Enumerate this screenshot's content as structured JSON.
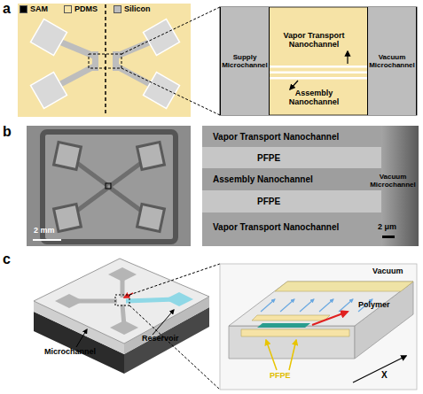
{
  "diagram": {
    "nodes": [
      {
        "text": [
          "Supply Microchannel"
        ]
      },
      {
        "text": [
          "Vacuum Microchannel"
        ]
      }
    ],
    "labels": [
      "a",
      "Vapor Transport Nanochannel",
      "Assembly Nanochannel",
      "b",
      "2 mm",
      "Vapor Transport Nanochannel",
      "PFPE",
      "Assembly Nanochannel",
      "PFPE",
      "Vapor Transport Nanochannel",
      "Vacuum Microchannel",
      "2 μm",
      "c",
      "Microchannel",
      "Reservoir",
      "Vacuum",
      "Polymer",
      "PFPE",
      "X"
    ],
    "legend": [
      {
        "text": "SAM",
        "color": "#000000"
      },
      {
        "text": "PDMS",
        "color": "#f6e3a6"
      },
      {
        "text": "Silicon",
        "color": "#bdbdbd"
      }
    ]
  }
}
